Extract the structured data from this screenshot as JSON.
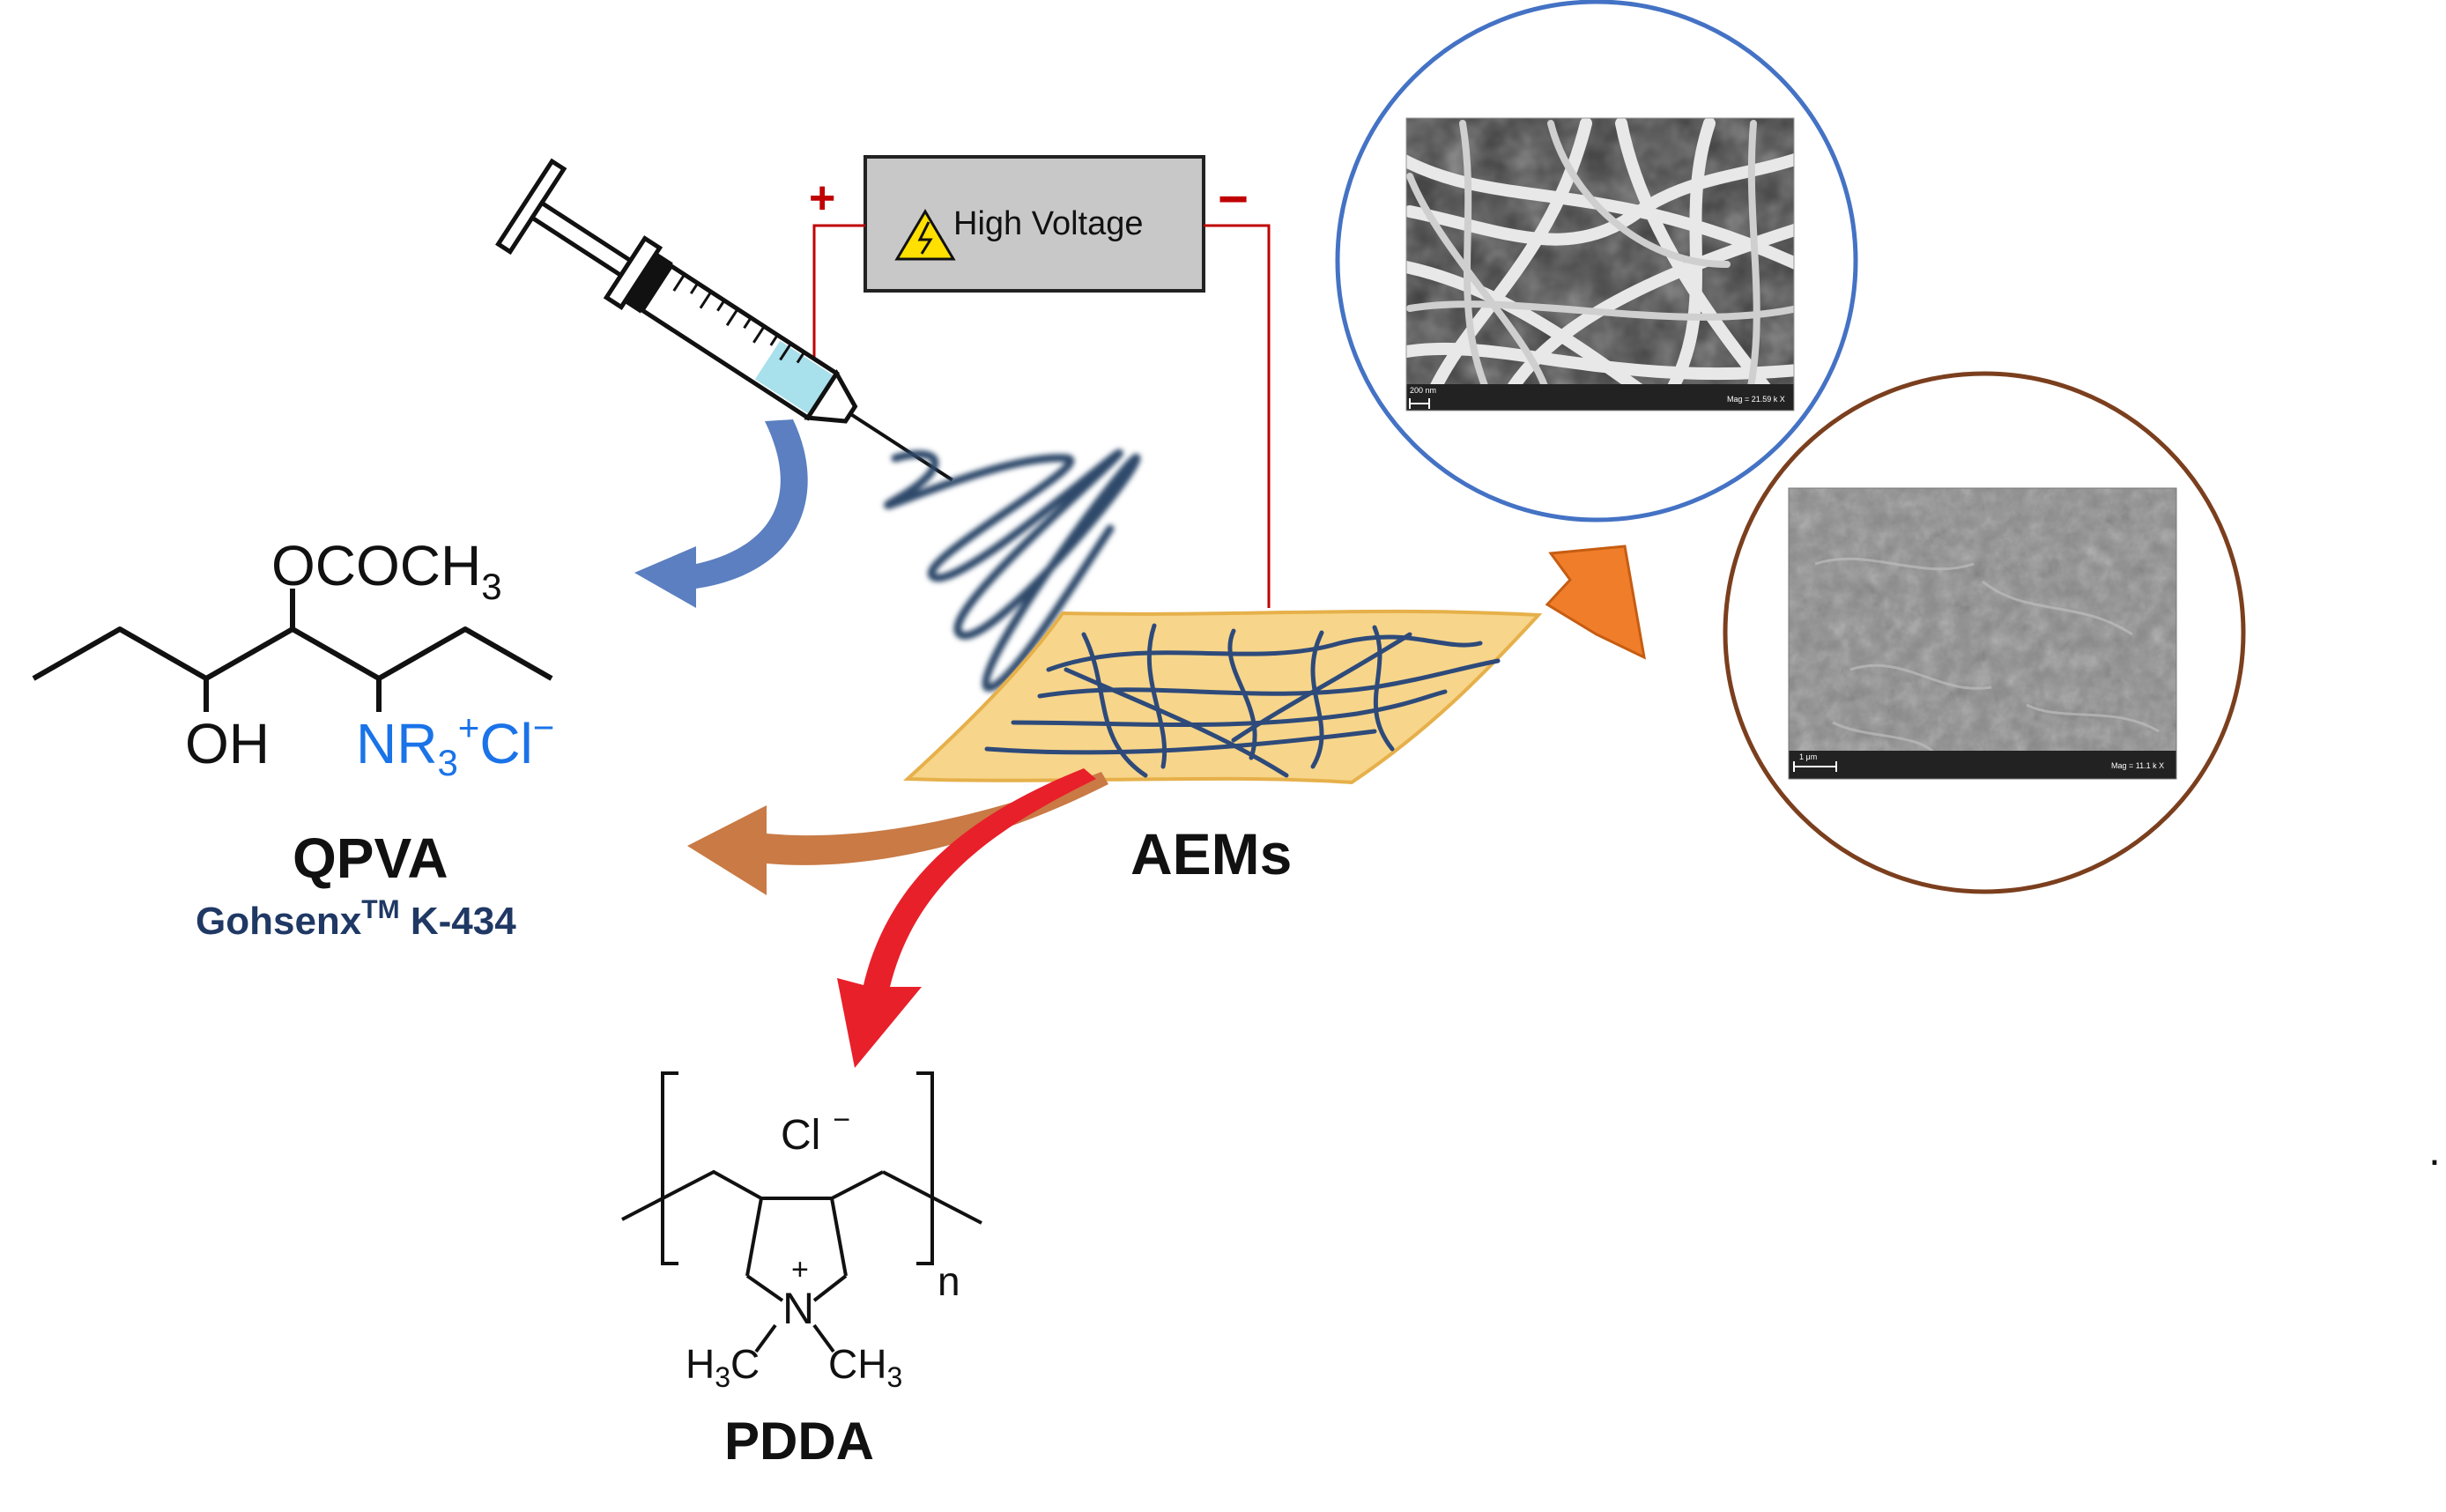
{
  "power_supply": {
    "label": "High Voltage",
    "plus_sign": "+",
    "minus_sign": "−"
  },
  "qpva": {
    "group_top": "OCOCH",
    "group_top_sub": "3",
    "group_oh": "OH",
    "group_nr": "NR",
    "group_nr_sub": "3",
    "group_nr_sup": "+",
    "group_cl": "Cl",
    "group_cl_sup": "−",
    "name": "QPVA",
    "trade_name": "Gohsenx",
    "trade_mark": "TM",
    "trade_grade": " K-434"
  },
  "aem": {
    "label": "AEMs"
  },
  "pdda": {
    "counter_ion": "Cl",
    "counter_ion_sup": "−",
    "n_plus": "+",
    "n_atom": "N",
    "methyl_left": "H",
    "methyl_left_sub": "3",
    "methyl_left_c": "C",
    "methyl_right": "CH",
    "methyl_right_sub": "3",
    "repeat": "n",
    "name": "PDDA"
  },
  "sem_top": {
    "scale_label": "200 nm",
    "mag_label": "Mag = 21.59 k X"
  },
  "sem_bottom": {
    "scale_label": "1 μm",
    "mag_label": "Mag = 11.1 k X"
  },
  "stray_mark": ".",
  "colors": {
    "blue_accent": "#1a73e8",
    "navy_text": "#1f3864",
    "wire_red": "#c00000",
    "sign_red": "#c00000",
    "box_fill": "#c8c8c8",
    "circle_blue": "#4472c4",
    "circle_brown": "#7b3f1e",
    "membrane_fill": "#f7d58a",
    "fiber": "#2e4a7a",
    "arrow_blue": "#5b7fc0",
    "arrow_tan": "#c97a45",
    "arrow_red": "#e8202a",
    "arrow_orange": "#f07d2a"
  }
}
